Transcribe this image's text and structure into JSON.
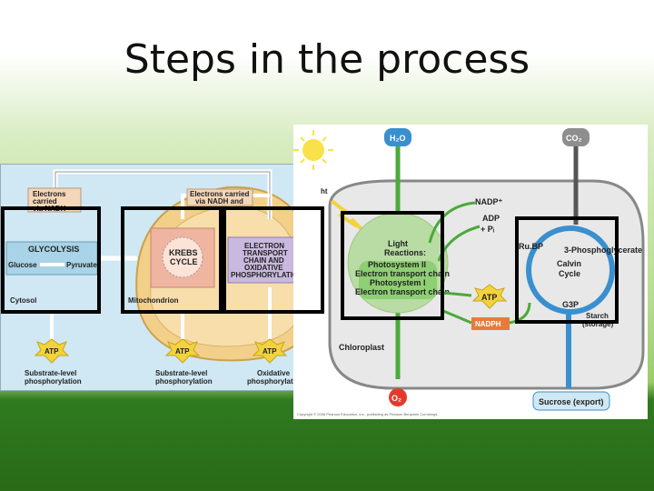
{
  "slide": {
    "title": "Steps in the process"
  },
  "respiration": {
    "electrons_nadh": [
      "Electrons",
      "carried",
      "via NADH"
    ],
    "electrons_nadh_fadh2": [
      "Electrons carried",
      "via NADH and"
    ],
    "glycolysis": "GLYCOLYSIS",
    "glucose": "Glucose",
    "pyruvate": "Pyruvate",
    "krebs": [
      "KREBS",
      "CYCLE"
    ],
    "etc": [
      "ELECTRON",
      "TRANSPORT",
      "CHAIN AND",
      "OXIDATIVE",
      "PHOSPHORYLATION"
    ],
    "cytosol": "Cytosol",
    "mitochondrion": "Mitochondrion",
    "atp": "ATP",
    "substrate_level": [
      "Substrate-level",
      "phosphorylation"
    ],
    "oxidative": [
      "Oxidative",
      "phosphorylation"
    ]
  },
  "photosynthesis": {
    "h2o": "H₂O",
    "co2": "CO₂",
    "light_fragment": "ht",
    "nadp_plus": "NADP⁺",
    "adp": "ADP",
    "pi": "+ Pᵢ",
    "rubp": "Ru.BP",
    "phosphoglycerate": "3-Phosphoglycerate",
    "calvin": [
      "Calvin",
      "Cycle"
    ],
    "light_reactions": [
      "Light",
      "Reactions:",
      "Photosystem II",
      "Electron transport chain",
      "Photosystem I",
      "Electron transport chain"
    ],
    "atp": "ATP",
    "nadph": "NADPH",
    "g3p": "G3P",
    "starch": [
      "Starch",
      "(storage)"
    ],
    "chloroplast": "Chloroplast",
    "o2": "O₂",
    "sucrose": "Sucrose (export)",
    "copyright": "Copyright © 2008 Pearson Education, Inc., publishing as Pearson Benjamin Cummings."
  }
}
